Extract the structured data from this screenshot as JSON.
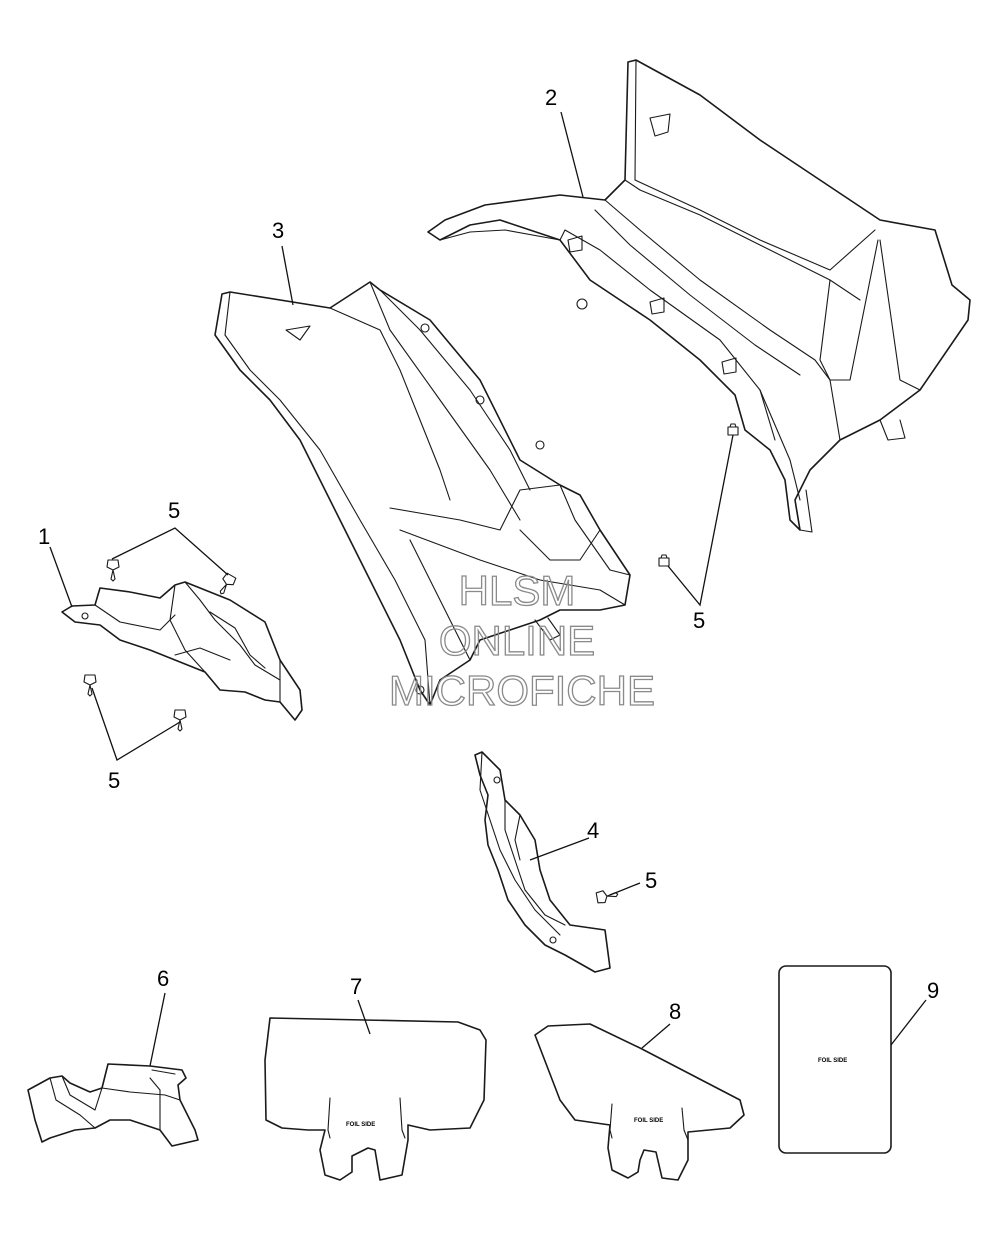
{
  "callouts": {
    "c1": "1",
    "c2": "2",
    "c3": "3",
    "c4": "4",
    "c5a": "5",
    "c5b": "5",
    "c5c": "5",
    "c5d": "5",
    "c6": "6",
    "c7": "7",
    "c8": "8",
    "c9": "9"
  },
  "labels": {
    "foil7": "FOIL SIDE",
    "foil8": "FOIL SIDE",
    "foil9": "FOIL SIDE"
  },
  "watermark": {
    "line1": "HLSM",
    "line2": "ONLINE",
    "line3": "MICROFICHE"
  }
}
